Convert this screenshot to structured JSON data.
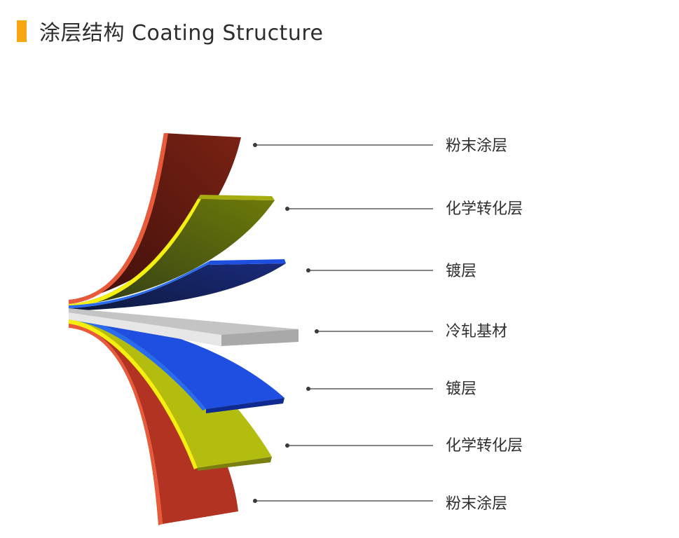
{
  "heading": {
    "title": "涂层结构 Coating Structure",
    "accent_color": "#f5a80f"
  },
  "layers": [
    {
      "label": "粉末涂层"
    },
    {
      "label": "化学转化层"
    },
    {
      "label": "镀层"
    },
    {
      "label": "冷轧基材"
    },
    {
      "label": "镀层"
    },
    {
      "label": "化学转化层"
    },
    {
      "label": "粉末涂层"
    }
  ],
  "colors": {
    "powder_coating_top": "#6b1a12",
    "powder_coating_bottom": "#b23322",
    "powder_edge": "#e85a3a",
    "conversion_layer_top": "#5f6a10",
    "conversion_layer_bottom": "#b2bd10",
    "conversion_edge": "#f5f00f",
    "plating_top": "#16236a",
    "plating_bottom": "#1e4fe0",
    "plating_edge": "#2a6cf0",
    "substrate": "#a9a9a9",
    "substrate_edge": "#e6e6e6",
    "leader_line": "#3a3a3a"
  }
}
